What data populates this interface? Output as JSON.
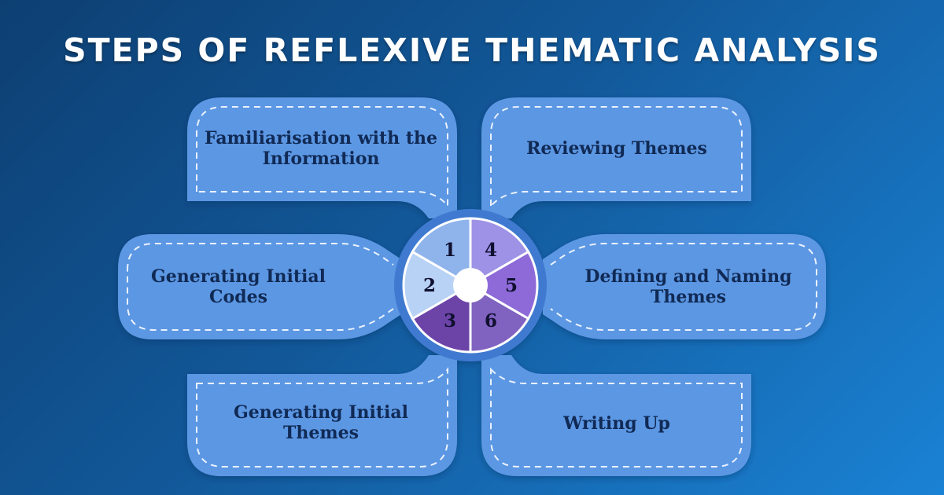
{
  "title": "STEPS OF REFLEXIVE THEMATIC ANALYSIS",
  "steps": [
    {
      "number": "1",
      "label": "Familiarisation with the Information",
      "color": "#8fb4ec"
    },
    {
      "number": "2",
      "label": "Generating Initial Codes",
      "color": "#b8d2f6"
    },
    {
      "number": "3",
      "label": "Generating Initial Themes",
      "color": "#6c44a8"
    },
    {
      "number": "4",
      "label": "Reviewing Themes",
      "color": "#9d92e6"
    },
    {
      "number": "5",
      "label": "Defining and Naming Themes",
      "color": "#8e6ad8"
    },
    {
      "number": "6",
      "label": "Writing Up",
      "color": "#8062c0"
    }
  ],
  "colors": {
    "card": "#5c97e3",
    "card_border": "#6fa6ee",
    "dashed_line": "#eaf2ff",
    "ring": "#3f7ad0",
    "hub": "#ffffff"
  }
}
